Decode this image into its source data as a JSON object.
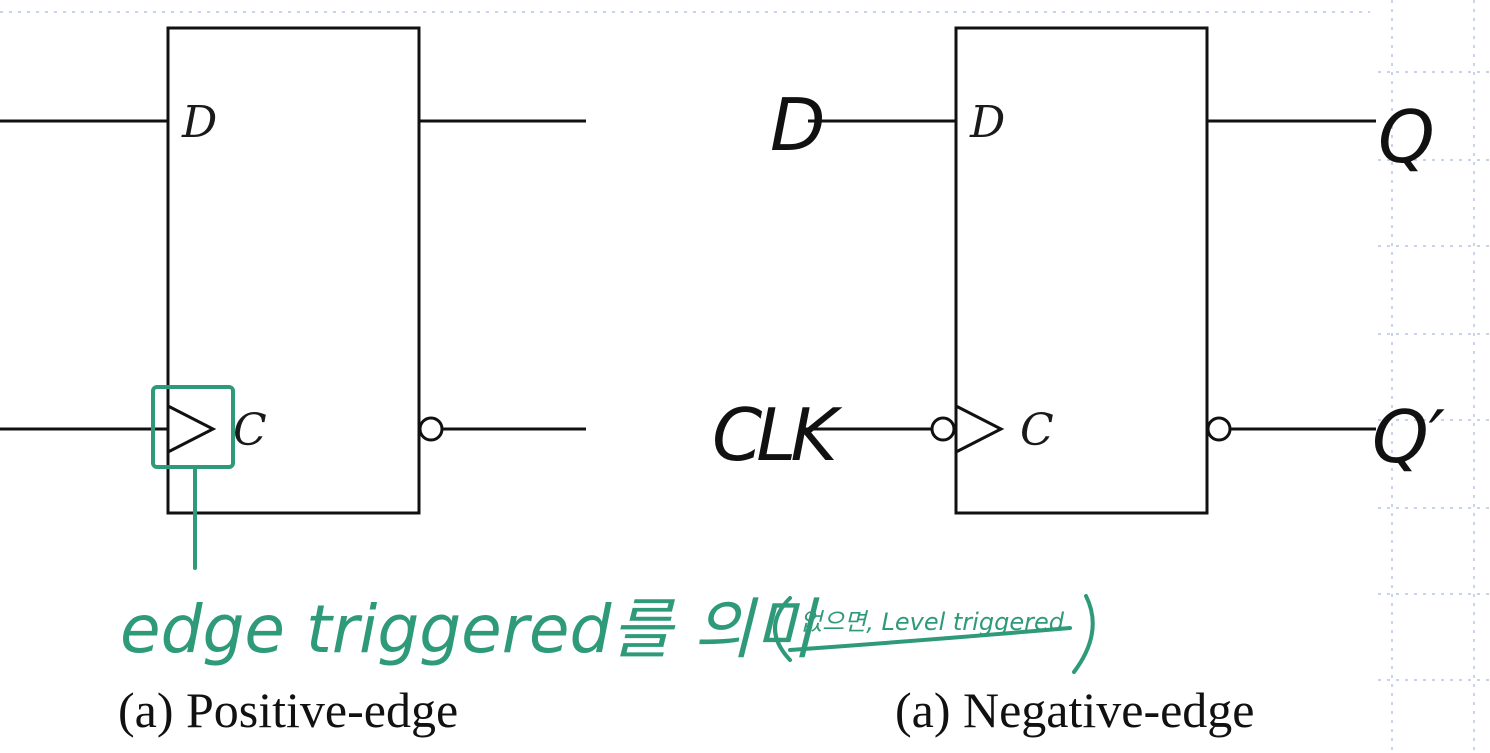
{
  "colors": {
    "line": "#111111",
    "annotation": "#2e9a79",
    "grid": "#c9d3ec"
  },
  "diagram_left": {
    "pin_d": "D",
    "pin_c": "C",
    "caption": "(a) Positive-edge"
  },
  "diagram_right": {
    "pin_d": "D",
    "pin_c": "C",
    "caption": "(a) Negative-edge",
    "hand_input_d": "D",
    "hand_input_clk": "CLK",
    "hand_output_q": "Q",
    "hand_output_q_prime": "Q′"
  },
  "annotation": {
    "main": "edge triggered를 의미",
    "aside": "없으면, Level triggered"
  }
}
